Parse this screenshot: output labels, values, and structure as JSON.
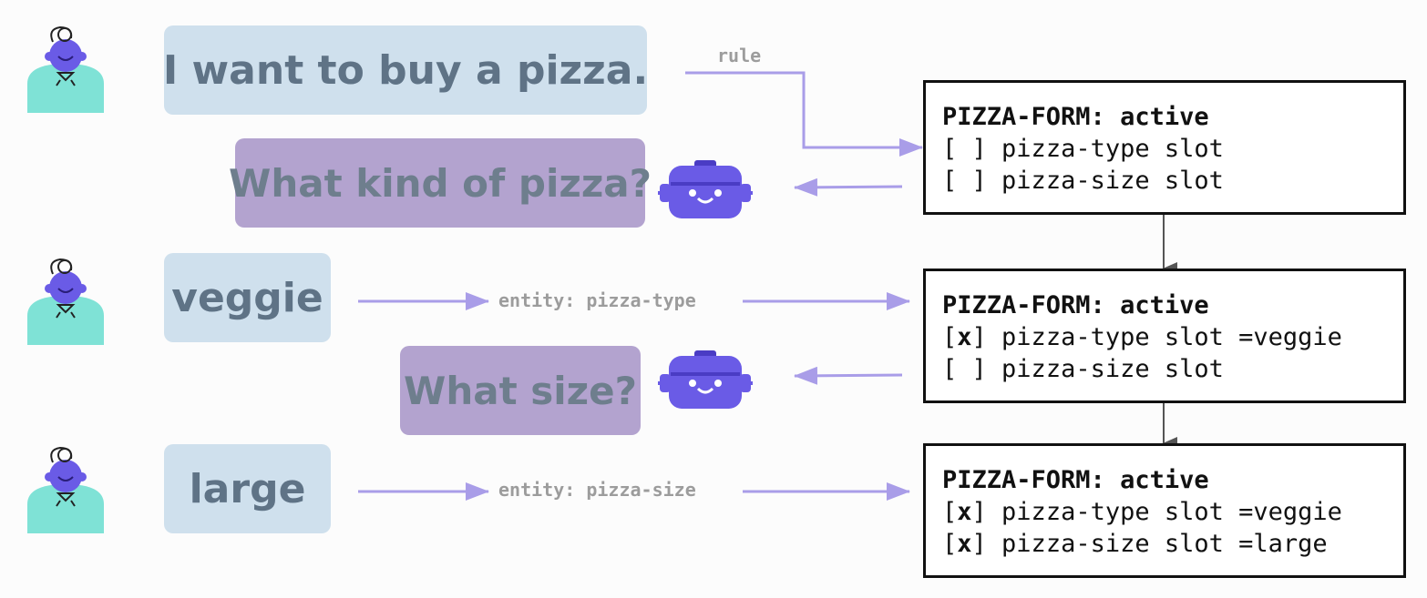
{
  "colors": {
    "user_bubble": "#cfe0ed",
    "bot_bubble": "#b3a3cf",
    "arrow": "#a99de8",
    "avatar_body": "#7fe2d6",
    "avatar_head": "#6a5be6",
    "bot_body": "#6a5be6"
  },
  "user_messages": [
    {
      "text": "I want to buy a pizza.",
      "icon": "user-avatar-icon"
    },
    {
      "text": "veggie",
      "icon": "user-avatar-icon"
    },
    {
      "text": "large",
      "icon": "user-avatar-icon"
    }
  ],
  "bot_messages": [
    {
      "text": "What kind of pizza?",
      "icon": "robot-icon"
    },
    {
      "text": "What size?",
      "icon": "robot-icon"
    }
  ],
  "edge_labels": {
    "rule": "rule",
    "entity_type": "entity: pizza-type",
    "entity_size": "entity: pizza-size"
  },
  "forms": [
    {
      "title": "PIZZA-FORM: active",
      "rows": [
        {
          "mark": " ",
          "text": "pizza-type slot"
        },
        {
          "mark": " ",
          "text": "pizza-size slot"
        }
      ]
    },
    {
      "title": "PIZZA-FORM: active",
      "rows": [
        {
          "mark": "x",
          "text": "pizza-type slot =veggie"
        },
        {
          "mark": " ",
          "text": "pizza-size slot"
        }
      ]
    },
    {
      "title": "PIZZA-FORM: active",
      "rows": [
        {
          "mark": "x",
          "text": "pizza-type slot =veggie"
        },
        {
          "mark": "x",
          "text": "pizza-size slot =large"
        }
      ]
    }
  ]
}
